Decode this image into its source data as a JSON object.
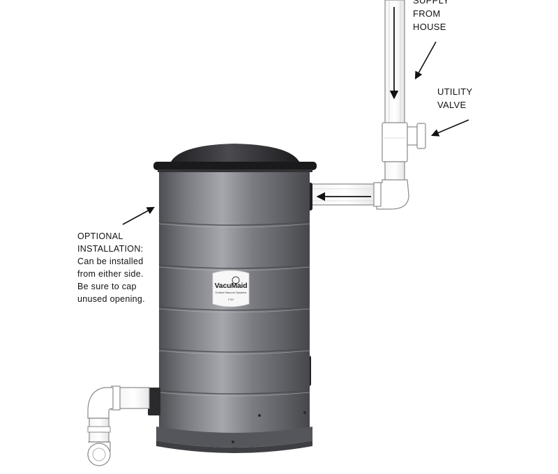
{
  "labels": {
    "supply_lines": [
      "SUPPLY",
      "FROM",
      "HOUSE"
    ],
    "utility_lines": [
      "UTILITY",
      "VALVE"
    ],
    "optional_lines": [
      "OPTIONAL",
      "INSTALLATION:",
      "Can be installed",
      "from either side.",
      "Be sure to cap",
      "unused opening."
    ]
  },
  "brand": {
    "name": "VacuMaid",
    "tagline": "Central Vacuum Systems",
    "model": "P150"
  },
  "colors": {
    "canister_body": "#6d6e73",
    "canister_highlight": "#a6a7ad",
    "lid": "#2b2b2e",
    "pipe_stroke": "#8a8a8a",
    "arrow": "#111111"
  }
}
